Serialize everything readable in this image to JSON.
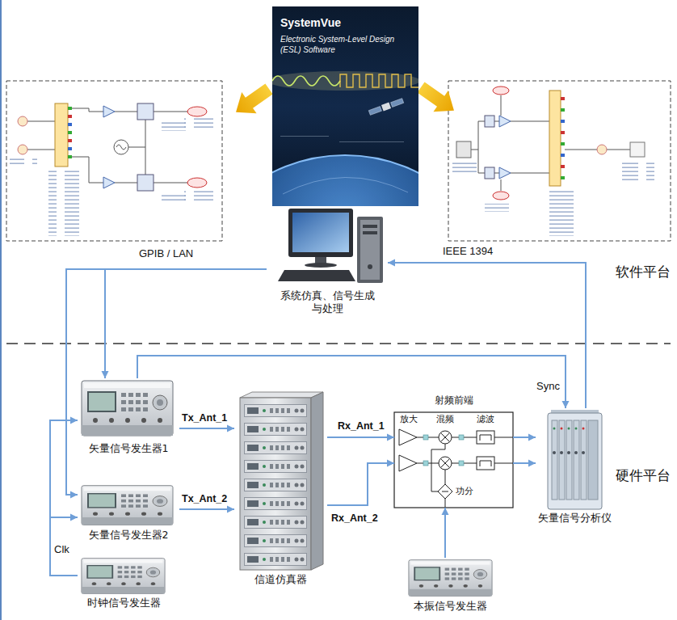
{
  "diagram": {
    "nodes": [
      {
        "text": [
          "SystemVue",
          "Electronic System-Level Design (ESL) Software"
        ]
      },
      {
        "text": [
          "系统仿真、信号生成 与处理"
        ]
      },
      {
        "text": [
          "矢量信号发生器1"
        ]
      },
      {
        "text": [
          "矢量信号发生器2"
        ]
      },
      {
        "text": [
          "时钟信号发生器"
        ]
      },
      {
        "text": [
          "信道仿真器"
        ]
      },
      {
        "text": [
          "射频前端"
        ]
      },
      {
        "text": [
          "本振信号发生器"
        ]
      },
      {
        "text": [
          "矢量信号分析仪"
        ]
      }
    ],
    "edges": [
      {
        "from": 1,
        "to": 2,
        "arrow": "to",
        "label": "GPIB / LAN"
      },
      {
        "from": 1,
        "to": 3,
        "arrow": "to"
      },
      {
        "from": 8,
        "to": 1,
        "arrow": "to",
        "label": "IEEE 1394"
      },
      {
        "from": 2,
        "to": 8,
        "arrow": "to",
        "label": "Sync"
      },
      {
        "from": 2,
        "to": 5,
        "arrow": "to",
        "label": "Tx_Ant_1"
      },
      {
        "from": 3,
        "to": 5,
        "arrow": "to",
        "label": "Tx_Ant_2"
      },
      {
        "from": 5,
        "to": 6,
        "arrow": "to",
        "label": "Rx_Ant_1"
      },
      {
        "from": 5,
        "to": 6,
        "arrow": "to",
        "label": "Rx_Ant_2"
      },
      {
        "from": 6,
        "to": 8,
        "arrow": "to"
      },
      {
        "from": 6,
        "to": 8,
        "arrow": "to"
      },
      {
        "from": 7,
        "to": 6,
        "arrow": "to"
      },
      {
        "from": 4,
        "to": 2,
        "arrow": "to"
      },
      {
        "from": 4,
        "to": 3,
        "arrow": "to",
        "label": "Clk"
      }
    ],
    "labels": [
      "软件平台",
      "硬件平台",
      "放大",
      "混频",
      "滤波",
      "功分"
    ]
  }
}
